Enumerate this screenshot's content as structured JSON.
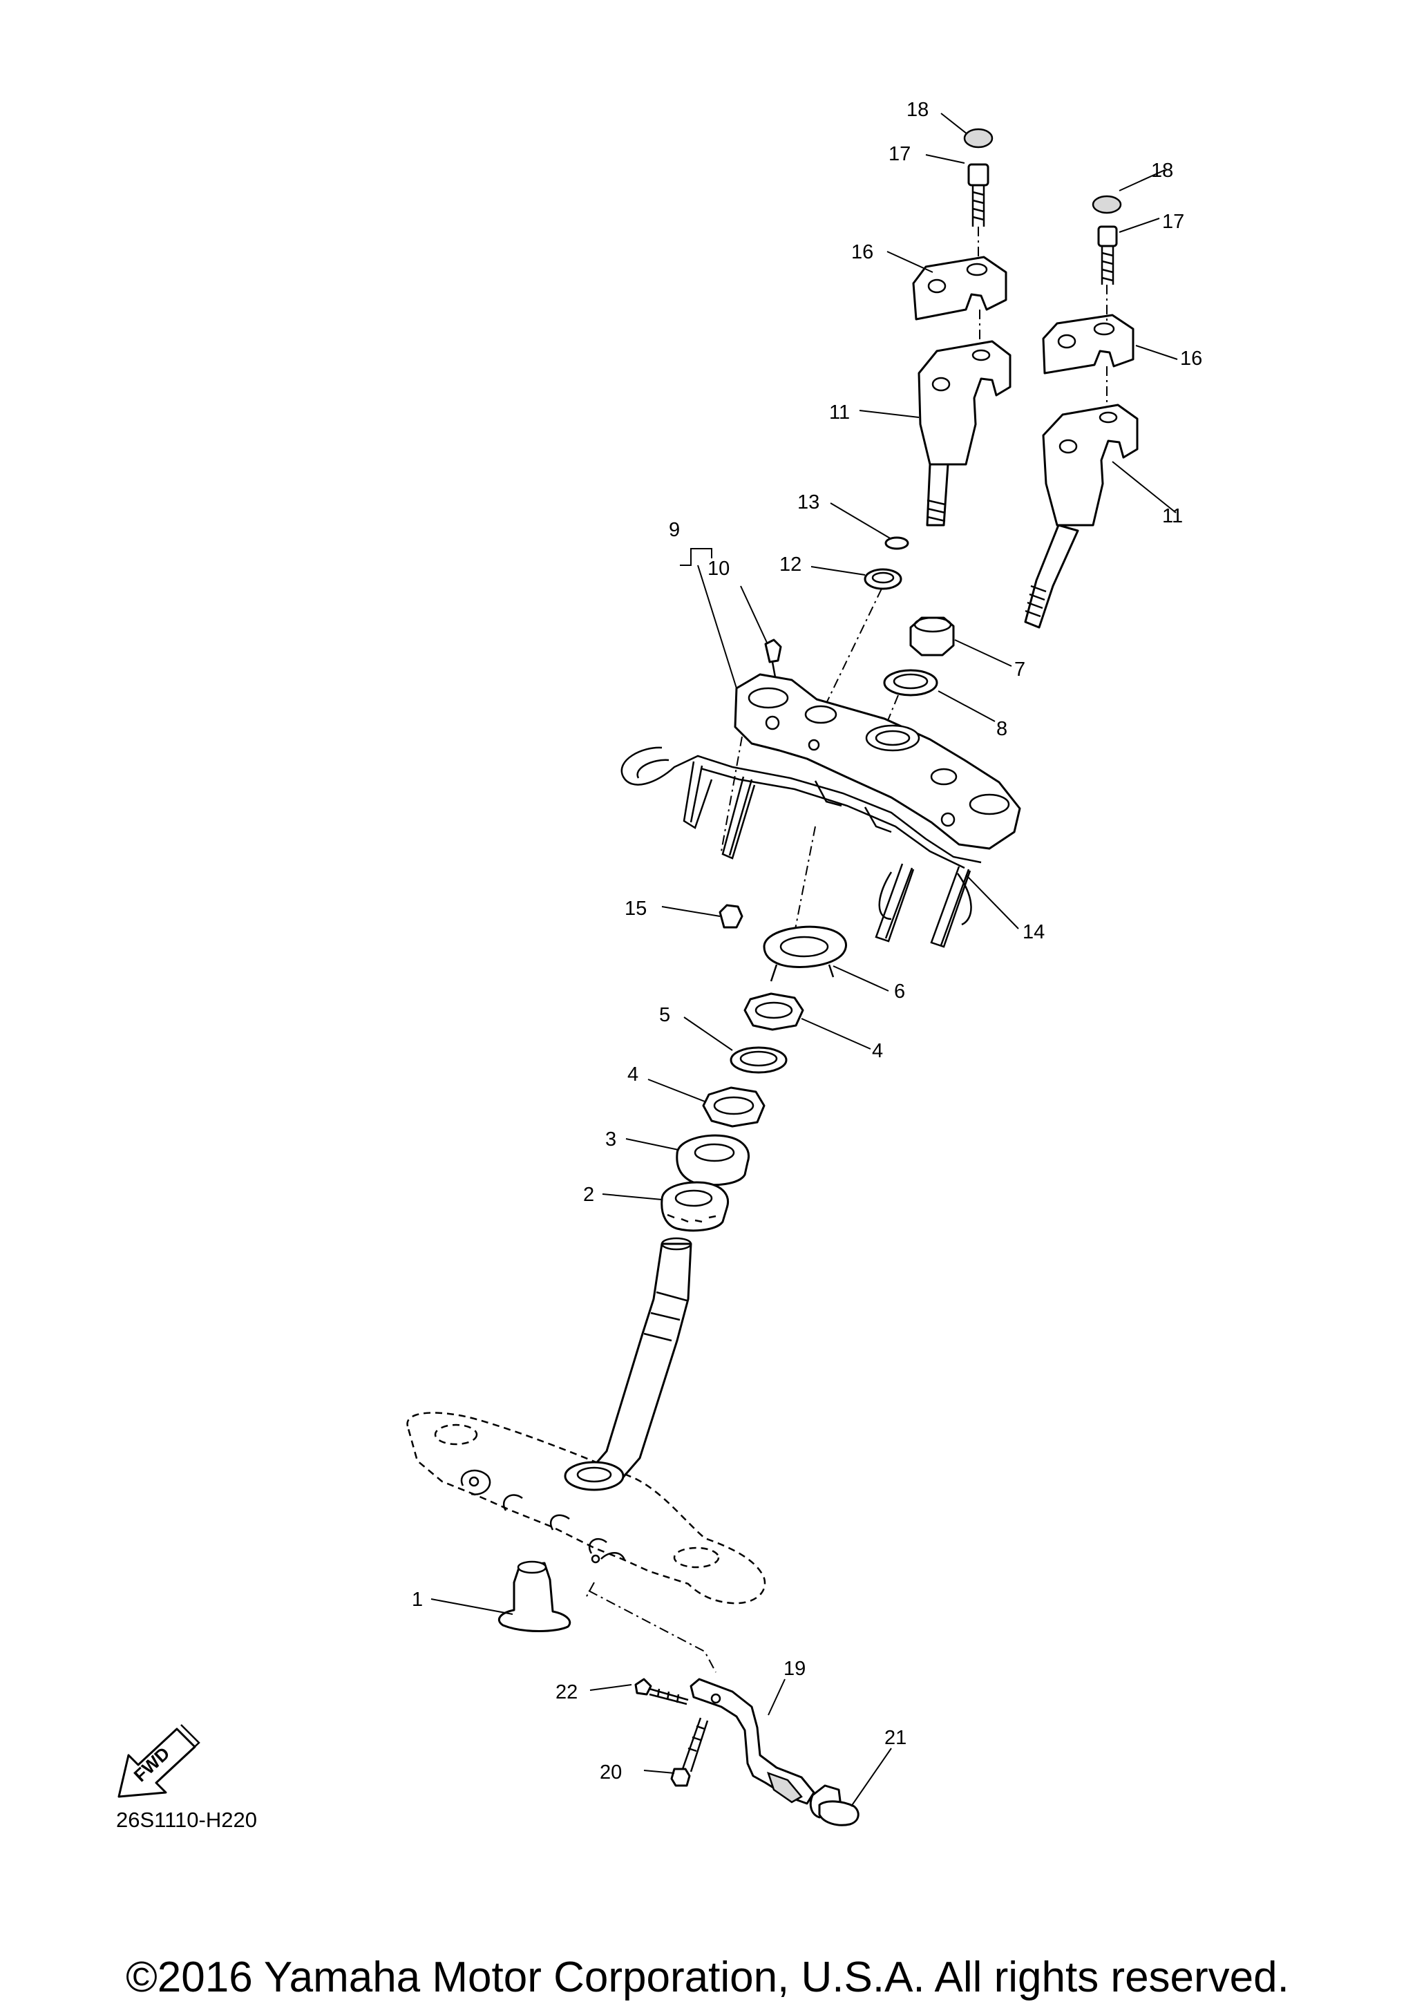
{
  "diagram": {
    "code": "26S1110-H220",
    "fwd_label": "FWD",
    "copyright": "©2016 Yamaha Motor Corporation, U.S.A. All rights reserved.",
    "callouts": [
      "1",
      "2",
      "3",
      "4",
      "4",
      "5",
      "6",
      "7",
      "8",
      "9",
      "10",
      "11",
      "11",
      "12",
      "13",
      "14",
      "15",
      "16",
      "16",
      "17",
      "17",
      "18",
      "18",
      "19",
      "20",
      "21",
      "22"
    ]
  }
}
